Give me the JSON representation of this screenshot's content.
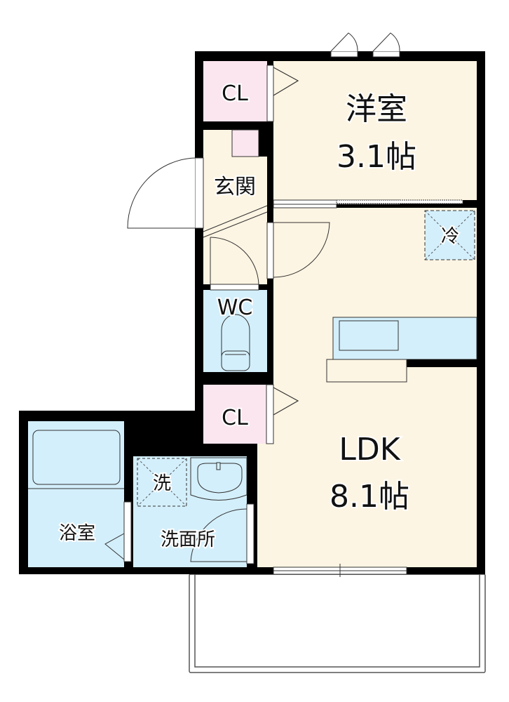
{
  "floorplan": {
    "rooms": {
      "western_room": {
        "name": "洋室",
        "size": "3.1帖"
      },
      "ldk": {
        "name": "LDK",
        "size": "8.1帖"
      },
      "closet_top": {
        "name": "CL"
      },
      "closet_bottom": {
        "name": "CL"
      },
      "entrance": {
        "name": "玄関"
      },
      "toilet": {
        "name": "WC"
      },
      "bathroom": {
        "name": "浴室"
      },
      "washroom": {
        "name": "洗面所"
      },
      "fridge_space": {
        "name": "冷"
      },
      "washer_space": {
        "name": "洗"
      }
    },
    "colors": {
      "wall": "#000000",
      "living_floor": "#fdf5e3",
      "wet_area": "#d3effb",
      "closet": "#fbe6ef"
    }
  }
}
